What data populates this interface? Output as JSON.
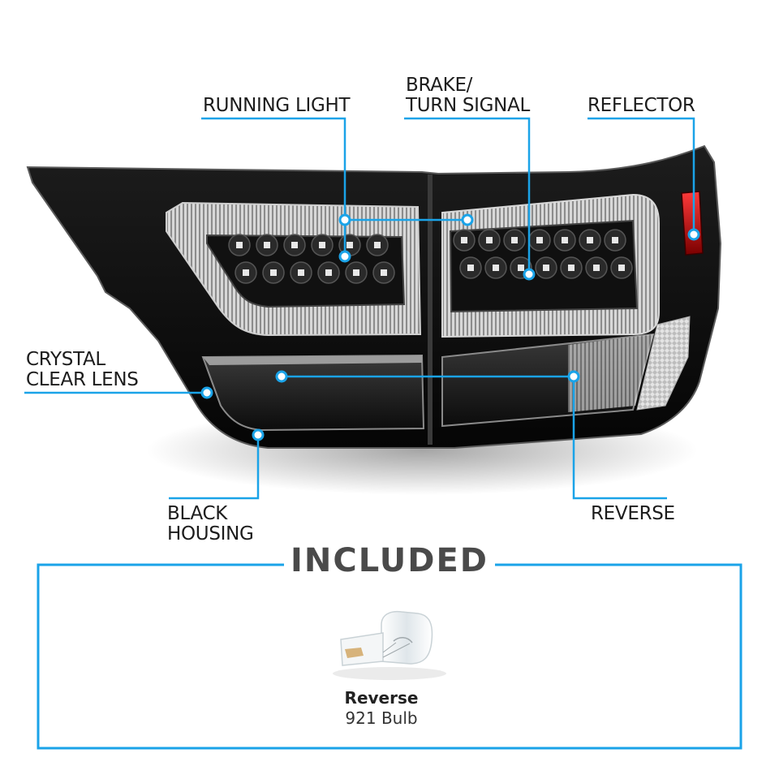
{
  "callouts": {
    "running_light": "RUNNING LIGHT",
    "brake_line1": "BRAKE/",
    "brake_line2": "TURN SIGNAL",
    "reflector": "REFLECTOR",
    "crystal_line1": "CRYSTAL",
    "crystal_line2": "CLEAR LENS",
    "black_line1": "BLACK",
    "black_line2": "HOUSING",
    "reverse": "REVERSE"
  },
  "included": {
    "title": "INCLUDED",
    "item_name": "Reverse",
    "item_detail": "921 Bulb"
  },
  "colors": {
    "accent": "#1aa3e8",
    "housing": "#0a0a0a",
    "title_gray": "#4a4a4a"
  }
}
